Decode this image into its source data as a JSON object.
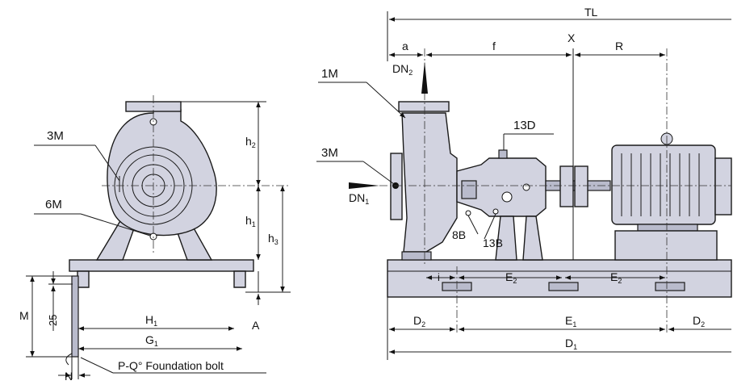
{
  "labels": {
    "TL": "TL",
    "a": "a",
    "f": "f",
    "X": "X",
    "R": "R",
    "DN2": "DN",
    "DN2_sub": "2",
    "DN1": "DN",
    "DN1_sub": "1",
    "1M": "1M",
    "3M_side": "3M",
    "3M_front": "3M",
    "6M": "6M",
    "13D": "13D",
    "8B": "8B",
    "13B": "13B",
    "h2": "h",
    "h2_sub": "2",
    "h1": "h",
    "h1_sub": "1",
    "h3": "h",
    "h3_sub": "3",
    "M": "M",
    "25": "25",
    "A": "A",
    "H1": "H",
    "H1_sub": "1",
    "G1": "G",
    "G1_sub": "1",
    "N": "N",
    "bolt": "P-Q° Foundation bolt",
    "i": "i",
    "E2_left": "E",
    "E2_left_sub": "2",
    "E2_right": "E",
    "E2_right_sub": "2",
    "D2_left": "D",
    "D2_left_sub": "2",
    "E1": "E",
    "E1_sub": "1",
    "D2_right": "D",
    "D2_right_sub": "2",
    "D1": "D",
    "D1_sub": "1"
  },
  "colors": {
    "body": "#d2d3e0",
    "shade": "#b9bbcc",
    "line": "#1a1a1a"
  }
}
